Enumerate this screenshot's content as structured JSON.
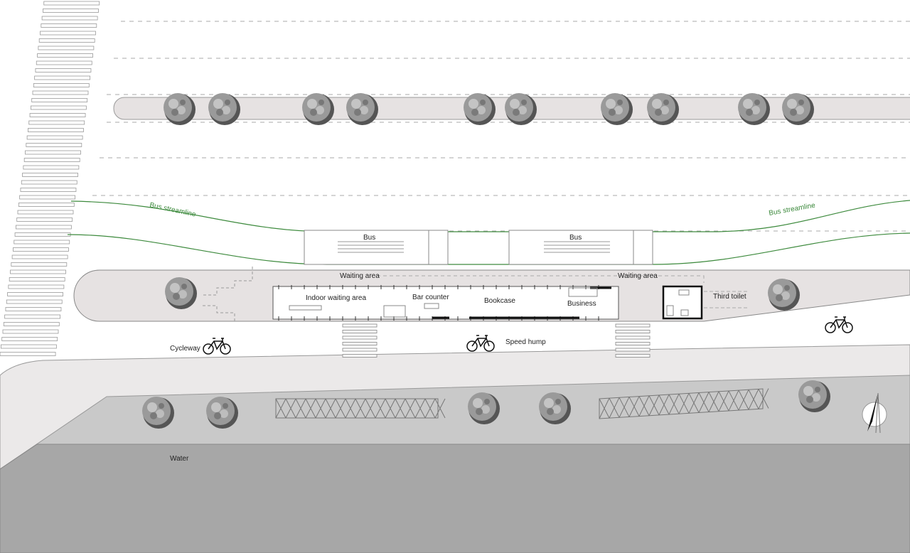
{
  "labels": {
    "bus_streamline_left": "Bus streamline",
    "bus_streamline_right": "Bus streamline",
    "bus_1": "Bus",
    "bus_2": "Bus",
    "waiting_area_left": "Waiting area",
    "waiting_area_right": "Waiting area",
    "indoor_waiting_area": "Indoor waiting area",
    "bar_counter": "Bar counter",
    "bookcase": "Bookcase",
    "business": "Business",
    "third_toilet": "Third toilet",
    "cycleway": "Cycleway",
    "speed_hump": "Speed hump",
    "water": "Water"
  },
  "icons": [
    "tree-icon",
    "bicycle-icon",
    "north-arrow-icon"
  ],
  "colors": {
    "island": "#e6e2e2",
    "sidewalk": "#ebe9e9",
    "bank": "#c9c9c9",
    "water": "#a7a7a7",
    "streamline": "#3d8a3d"
  }
}
